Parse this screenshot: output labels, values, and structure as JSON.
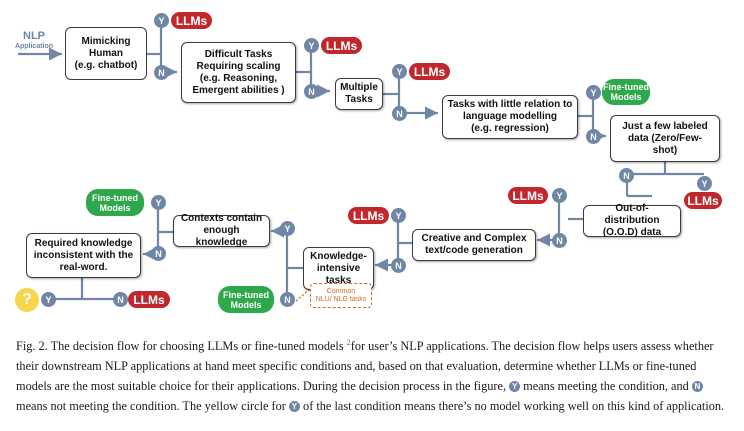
{
  "colors": {
    "connector": "#6f86a6",
    "llm_badge": "#c0282d",
    "finetuned_badge": "#2ea84b",
    "unknown": "#f7d64b",
    "note": "#d1691e"
  },
  "diagram": {
    "input": {
      "line1": "NLP",
      "line2": "Application"
    },
    "yes": "Y",
    "no": "N",
    "llms": "LLMs",
    "finetuned_line1": "Fine-tuned",
    "finetuned_line2": "Models",
    "unknown": "?",
    "nodes": [
      {
        "id": "mimic",
        "lines": [
          "Mimicking",
          "Human",
          "(e.g. chatbot)"
        ]
      },
      {
        "id": "difficult",
        "lines": [
          "Difficult Tasks",
          "Requiring  scaling",
          "(e.g. Reasoning,",
          "Emergent abilities )"
        ]
      },
      {
        "id": "multiple",
        "lines": [
          "Multiple",
          "Tasks"
        ]
      },
      {
        "id": "little",
        "lines": [
          "Tasks with little relation to",
          "language modelling",
          "(e.g. regression)"
        ]
      },
      {
        "id": "fewshot",
        "lines": [
          "Just a few labeled",
          "data (Zero/Few-",
          "shot)"
        ]
      },
      {
        "id": "ood",
        "lines": [
          "Out-of-distribution",
          "(O.O.D) data"
        ]
      },
      {
        "id": "creative",
        "lines": [
          "Creative and Complex",
          "text/code generation"
        ]
      },
      {
        "id": "knowledge",
        "lines": [
          "Knowledge-",
          "intensive",
          "tasks"
        ]
      },
      {
        "id": "contexts",
        "lines": [
          "Contexts contain",
          "enough knowledge"
        ]
      },
      {
        "id": "required",
        "lines": [
          "Required knowledge",
          "inconsistent with the",
          "real-word."
        ]
      }
    ],
    "note_lines": [
      "Common",
      "NLU/ NLG tasks"
    ]
  },
  "caption": {
    "p1": "Fig. 2.  The decision flow for choosing LLMs or fine-tuned models ",
    "sup": "2",
    "p2": "for user’s NLP applications. The decision flow helps users assess whether their downstream NLP applications at hand meet specific conditions and, based on that evaluation, determine whether LLMs or fine-tuned models are the most suitable choice for their applications. During the decision process in the figure, ",
    "p3": " means meeting the condition, and ",
    "p4": " means not meeting the condition. The yellow circle for ",
    "p5": " of the last condition means there’s no model working well on this kind of application."
  }
}
